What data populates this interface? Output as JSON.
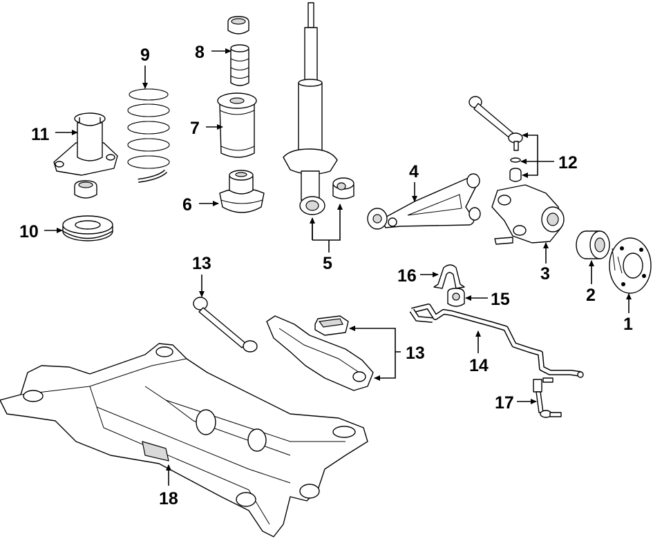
{
  "callouts": {
    "c1": "1",
    "c2": "2",
    "c3": "3",
    "c4": "4",
    "c5": "5",
    "c6": "6",
    "c7": "7",
    "c8": "8",
    "c9": "9",
    "c10": "10",
    "c11": "11",
    "c12": "12",
    "c13a": "13",
    "c13b": "13",
    "c14": "14",
    "c15": "15",
    "c16": "16",
    "c17": "17",
    "c18": "18"
  }
}
